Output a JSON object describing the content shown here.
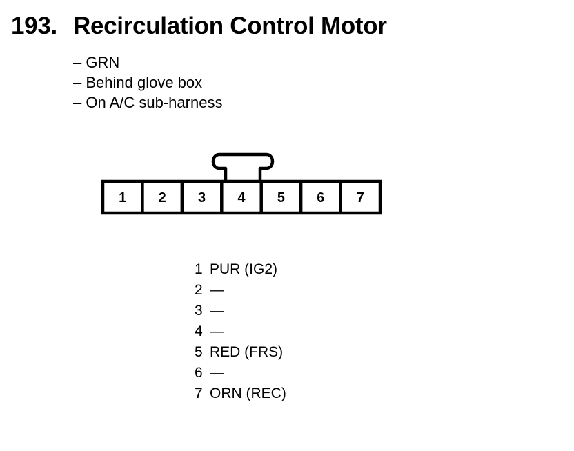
{
  "title": {
    "number": "193.",
    "text": "Recirculation Control Motor"
  },
  "notes": [
    "– GRN",
    "– Behind glove box",
    "– On A/C sub-harness"
  ],
  "connector": {
    "pins": [
      "1",
      "2",
      "3",
      "4",
      "5",
      "6",
      "7"
    ]
  },
  "pinout": [
    {
      "pin": "1",
      "wire": "PUR (IG2)"
    },
    {
      "pin": "2",
      "wire": "—"
    },
    {
      "pin": "3",
      "wire": "—"
    },
    {
      "pin": "4",
      "wire": "—"
    },
    {
      "pin": "5",
      "wire": "RED (FRS)"
    },
    {
      "pin": "6",
      "wire": "—"
    },
    {
      "pin": "7",
      "wire": "ORN (REC)"
    }
  ]
}
